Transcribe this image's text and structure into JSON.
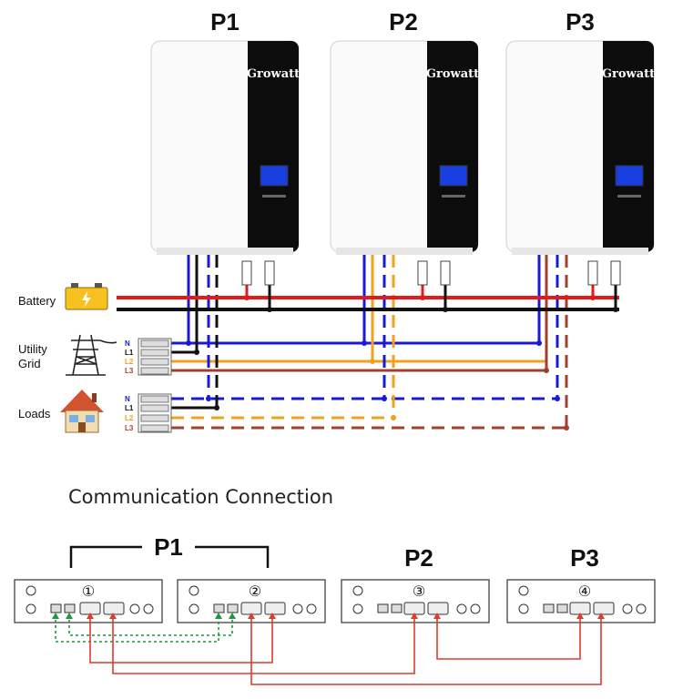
{
  "inverters": [
    {
      "label": "P1",
      "brand": "Growatt"
    },
    {
      "label": "P2",
      "brand": "Growatt"
    },
    {
      "label": "P3",
      "brand": "Growatt"
    }
  ],
  "sources": {
    "battery": "Battery",
    "utility_line1": "Utility",
    "utility_line2": "Grid",
    "loads": "Loads"
  },
  "phase_labels": [
    "N",
    "L1",
    "L2",
    "L3"
  ],
  "colors": {
    "N": "#1a1ad6",
    "L1": "#111111",
    "L2": "#f0a21a",
    "L3": "#a0402e",
    "battery_pos": "#e81818",
    "battery_neg": "#111111",
    "sync_link": "#1a9a3a",
    "parallel_link": "#e03a2a"
  },
  "communication": {
    "title": "Communication Connection",
    "group_labels": [
      "P1",
      "P2",
      "P3"
    ],
    "ports": [
      "①",
      "②",
      "③",
      "④"
    ]
  }
}
